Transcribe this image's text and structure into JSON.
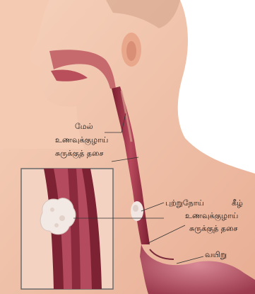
{
  "labels": {
    "upper_sphincter": [
      "மேல்",
      "உணவுக்குழாய்",
      "சுருக்குத் தசை"
    ],
    "tumor": "புற்றுநோய்",
    "lower_sphincter": [
      "கீழ்",
      "உணவுக்குழாய்",
      "சுருக்குத் தசை"
    ],
    "stomach": "வயிறு"
  },
  "colors": {
    "skin": "#f0c0a4",
    "skin_shadow": "#d99a82",
    "esophagus": "#8e2a3a",
    "esophagus_inner": "#c2576a",
    "tumor": "#f2e8e4",
    "stomach": "#b85a6a",
    "background": "#ffffff"
  }
}
